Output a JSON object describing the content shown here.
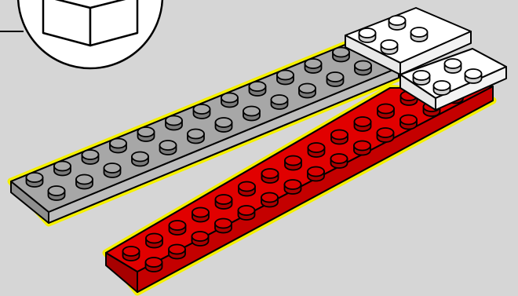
{
  "illustration": {
    "background": "#d6d6d6",
    "callout": {
      "icon": "isometric-cube-icon",
      "fill": "#ffffff",
      "stroke": "#000000"
    },
    "pieces": [
      {
        "name": "gray-plate-2x12",
        "color": "#a7a7a7",
        "studs": 24,
        "highlight": "#f4f000"
      },
      {
        "name": "red-plate-2x14",
        "color": "#d90000",
        "studs": 28,
        "highlight": "#f4f000"
      },
      {
        "name": "white-plate-2x2-upper",
        "color": "#ffffff",
        "studs": 4
      },
      {
        "name": "white-plate-2x2-lower",
        "color": "#ffffff",
        "studs": 4
      }
    ]
  }
}
